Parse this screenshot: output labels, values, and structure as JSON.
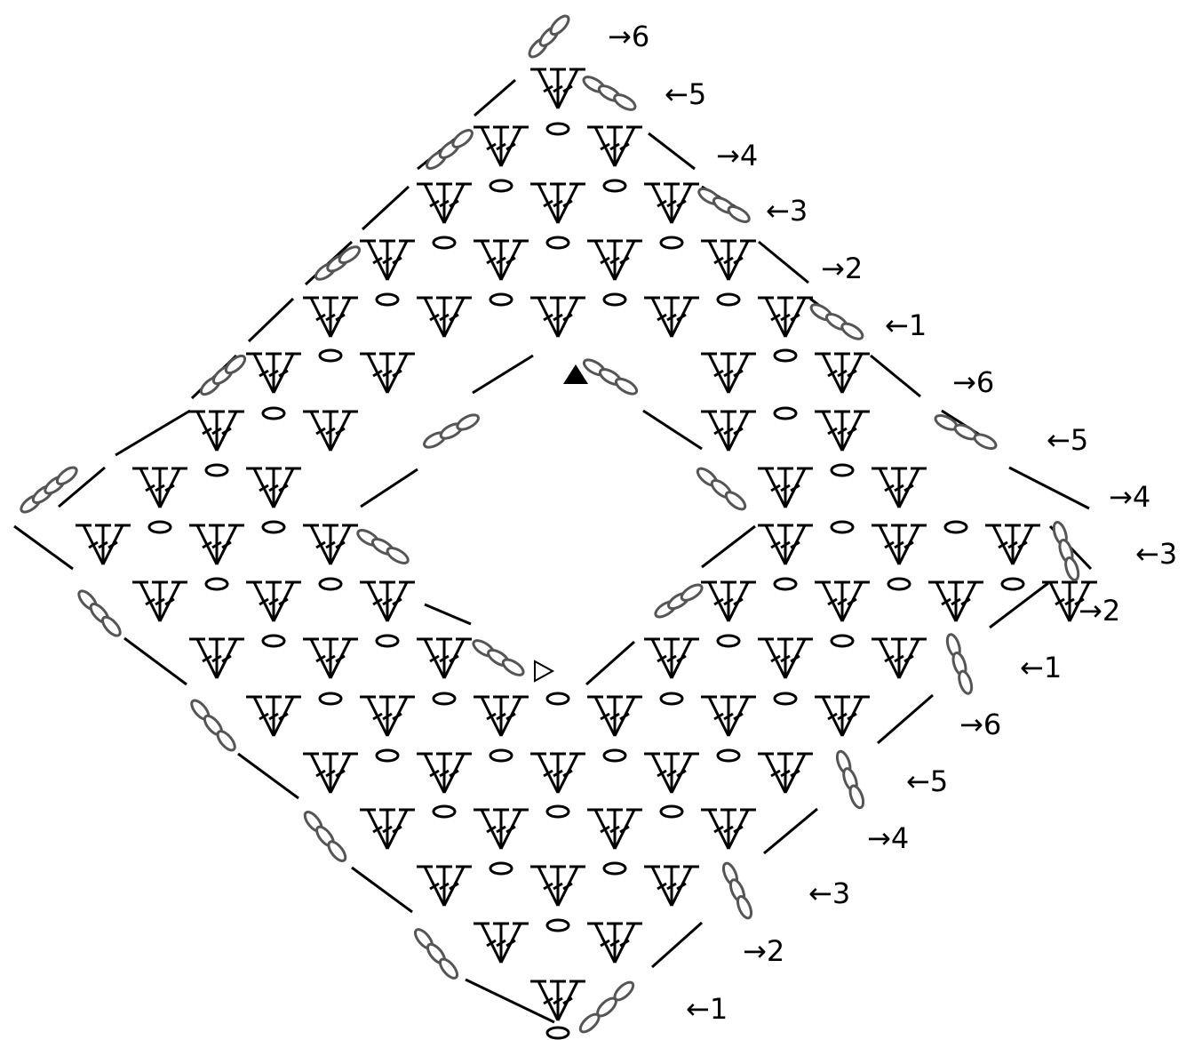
{
  "rows_top": [
    {
      "label": "→6"
    },
    {
      "label": "←5"
    },
    {
      "label": "→4"
    },
    {
      "label": "←3"
    },
    {
      "label": "→2"
    },
    {
      "label": "←1"
    }
  ],
  "rows_middle": [
    {
      "label": "→6"
    },
    {
      "label": "←5"
    },
    {
      "label": "→4"
    },
    {
      "label": "←3"
    },
    {
      "label": "→2"
    },
    {
      "label": "←1"
    }
  ],
  "rows_bottom": [
    {
      "label": "→6"
    },
    {
      "label": "←5"
    },
    {
      "label": "→4"
    },
    {
      "label": "←3"
    },
    {
      "label": "→2"
    },
    {
      "label": "←1"
    }
  ],
  "markers": {
    "filled_triangle": "start-marker-filled",
    "open_triangle": "start-marker-open"
  }
}
